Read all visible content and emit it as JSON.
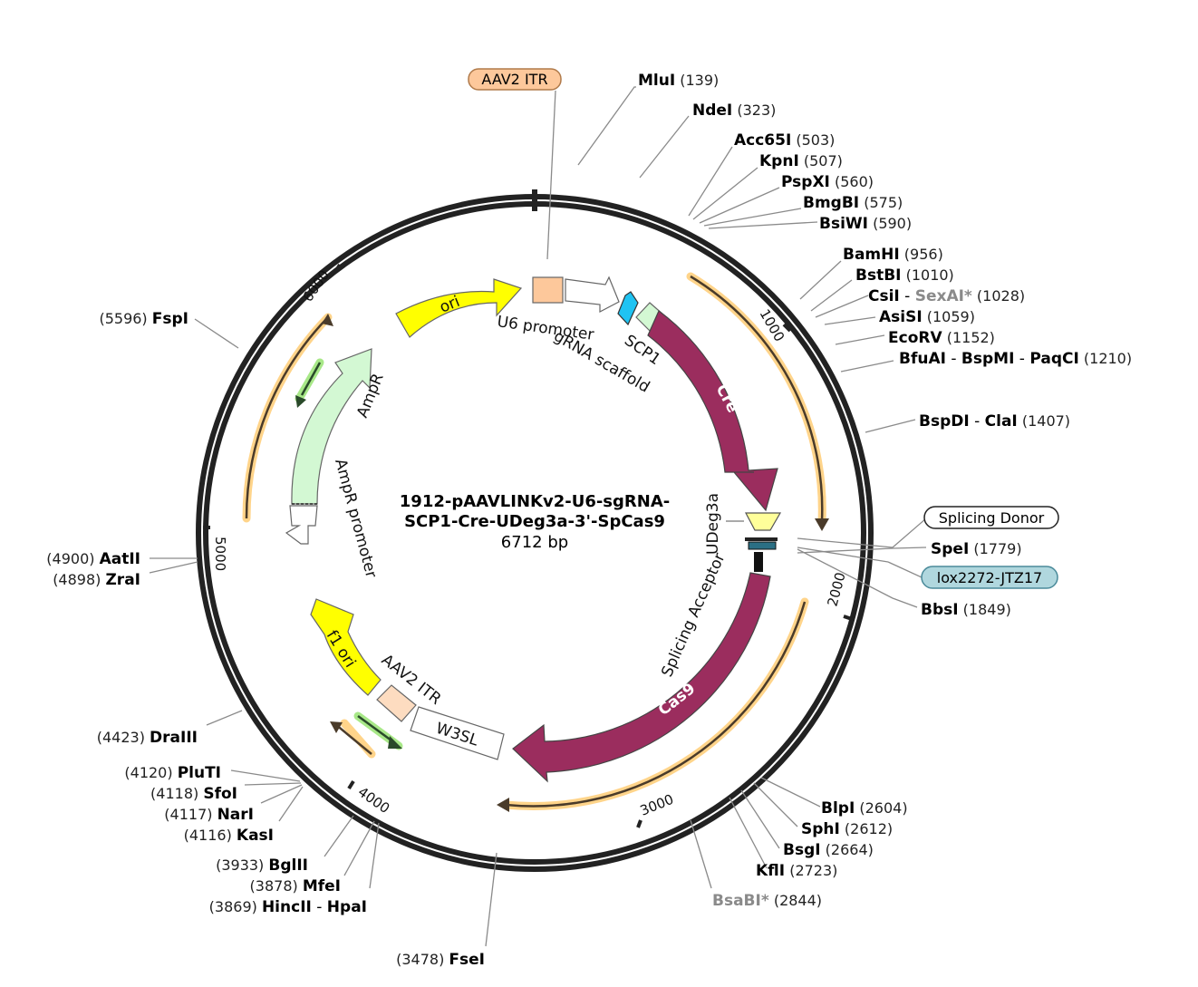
{
  "title_lines": [
    "1912-pAAVLINKv2-U6-sgRNA-",
    "SCP1-Cre-UDeg3a-3'-SpCas9"
  ],
  "length": "6712 bp",
  "ticks": [
    "1000",
    "2000",
    "3000",
    "4000",
    "5000",
    "6000"
  ],
  "boxed_labels": {
    "aav2_itr_top": "AAV2 ITR",
    "splicing_donor": "Splicing Donor",
    "lox2272": "lox2272-JTZ17"
  },
  "sites": [
    {
      "id": "mlui",
      "parts": [
        {
          "t": "MluI",
          "s": "b"
        }
      ],
      "pos": "(139)"
    },
    {
      "id": "ndei",
      "parts": [
        {
          "t": "NdeI",
          "s": "b"
        }
      ],
      "pos": "(323)"
    },
    {
      "id": "acc65i",
      "parts": [
        {
          "t": "Acc65I",
          "s": "b"
        }
      ],
      "pos": "(503)"
    },
    {
      "id": "kpni",
      "parts": [
        {
          "t": "KpnI",
          "s": "b"
        }
      ],
      "pos": "(507)"
    },
    {
      "id": "pspxi",
      "parts": [
        {
          "t": "PspXI",
          "s": "b"
        }
      ],
      "pos": "(560)"
    },
    {
      "id": "bmgbi",
      "parts": [
        {
          "t": "BmgBI",
          "s": "b"
        }
      ],
      "pos": "(575)"
    },
    {
      "id": "bsiwi",
      "parts": [
        {
          "t": "BsiWI",
          "s": "b"
        }
      ],
      "pos": "(590)"
    },
    {
      "id": "bamhi",
      "parts": [
        {
          "t": "BamHI",
          "s": "b"
        }
      ],
      "pos": "(956)"
    },
    {
      "id": "bstbi",
      "parts": [
        {
          "t": "BstBI",
          "s": "b"
        }
      ],
      "pos": "(1010)"
    },
    {
      "id": "csii",
      "parts": [
        {
          "t": "CsiI",
          "s": "b"
        },
        {
          "t": " - ",
          "s": "n"
        },
        {
          "t": "SexAI*",
          "s": "g"
        }
      ],
      "pos": "(1028)"
    },
    {
      "id": "asisi",
      "parts": [
        {
          "t": "AsiSI",
          "s": "b"
        }
      ],
      "pos": "(1059)"
    },
    {
      "id": "ecorv",
      "parts": [
        {
          "t": "EcoRV",
          "s": "b"
        }
      ],
      "pos": "(1152)"
    },
    {
      "id": "bfuai",
      "parts": [
        {
          "t": "BfuAI",
          "s": "b"
        },
        {
          "t": " - ",
          "s": "n"
        },
        {
          "t": "BspMI",
          "s": "b"
        },
        {
          "t": " - ",
          "s": "n"
        },
        {
          "t": "PaqCI",
          "s": "b"
        }
      ],
      "pos": "(1210)"
    },
    {
      "id": "bspdi",
      "parts": [
        {
          "t": "BspDI",
          "s": "b"
        },
        {
          "t": " - ",
          "s": "n"
        },
        {
          "t": "ClaI",
          "s": "b"
        }
      ],
      "pos": "(1407)"
    },
    {
      "id": "spei",
      "parts": [
        {
          "t": "SpeI",
          "s": "b"
        }
      ],
      "pos": "(1779)"
    },
    {
      "id": "bbsi",
      "parts": [
        {
          "t": "BbsI",
          "s": "b"
        }
      ],
      "pos": "(1849)"
    },
    {
      "id": "blpi",
      "parts": [
        {
          "t": "BlpI",
          "s": "b"
        }
      ],
      "pos": "(2604)"
    },
    {
      "id": "sphi",
      "parts": [
        {
          "t": "SphI",
          "s": "b"
        }
      ],
      "pos": "(2612)"
    },
    {
      "id": "bsgi",
      "parts": [
        {
          "t": "BsgI",
          "s": "b"
        }
      ],
      "pos": "(2664)"
    },
    {
      "id": "kfli",
      "parts": [
        {
          "t": "KflI",
          "s": "b"
        }
      ],
      "pos": "(2723)"
    },
    {
      "id": "bsabi",
      "parts": [
        {
          "t": "BsaBI*",
          "s": "g"
        }
      ],
      "pos": "(2844)"
    },
    {
      "id": "fsei",
      "parts": [
        {
          "t": "FseI",
          "s": "b"
        }
      ],
      "pos": "(3478)"
    },
    {
      "id": "hincii",
      "parts": [
        {
          "t": "HincII",
          "s": "b"
        },
        {
          "t": " - ",
          "s": "n"
        },
        {
          "t": "HpaI",
          "s": "b"
        }
      ],
      "pos": "(3869)"
    },
    {
      "id": "mfei",
      "parts": [
        {
          "t": "MfeI",
          "s": "b"
        }
      ],
      "pos": "(3878)"
    },
    {
      "id": "bglii",
      "parts": [
        {
          "t": "BglII",
          "s": "b"
        }
      ],
      "pos": "(3933)"
    },
    {
      "id": "kasi",
      "parts": [
        {
          "t": "KasI",
          "s": "b"
        }
      ],
      "pos": "(4116)"
    },
    {
      "id": "nari",
      "parts": [
        {
          "t": "NarI",
          "s": "b"
        }
      ],
      "pos": "(4117)"
    },
    {
      "id": "sfoi",
      "parts": [
        {
          "t": "SfoI",
          "s": "b"
        }
      ],
      "pos": "(4118)"
    },
    {
      "id": "pluti",
      "parts": [
        {
          "t": "PluTI",
          "s": "b"
        }
      ],
      "pos": "(4120)"
    },
    {
      "id": "draiii",
      "parts": [
        {
          "t": "DraIII",
          "s": "b"
        }
      ],
      "pos": "(4423)"
    },
    {
      "id": "zrai",
      "parts": [
        {
          "t": "ZraI",
          "s": "b"
        }
      ],
      "pos": "(4898)"
    },
    {
      "id": "aatii",
      "parts": [
        {
          "t": "AatII",
          "s": "b"
        }
      ],
      "pos": "(4900)"
    },
    {
      "id": "fspi",
      "parts": [
        {
          "t": "FspI",
          "s": "b"
        }
      ],
      "pos": "(5596)"
    }
  ],
  "features": {
    "ori": "ori",
    "u6_promoter": "U6 promoter",
    "grna_scaffold": "gRNA scaffold",
    "scp1": "SCP1",
    "cre": "Cre",
    "udeg3a": "UDeg3a",
    "splicing_acceptor": "Splicing Acceptor",
    "cas9": "Cas9",
    "w3sl": "W3SL",
    "aav2_itr_inner": "AAV2 ITR",
    "f1_ori": "f1 ori",
    "ampr": "AmpR",
    "ampr_promoter": "AmpR promoter"
  },
  "colors": {
    "yellow": "#ffff00",
    "cre_cas9": "#9b2d5e",
    "peach": "#fdc89b",
    "cyan": "#1fc3f2",
    "mint": "#d3f8d3",
    "orf_orange": "#ffd48a",
    "green_glow": "#a8e888",
    "lox_fill": "#b0d7de"
  }
}
